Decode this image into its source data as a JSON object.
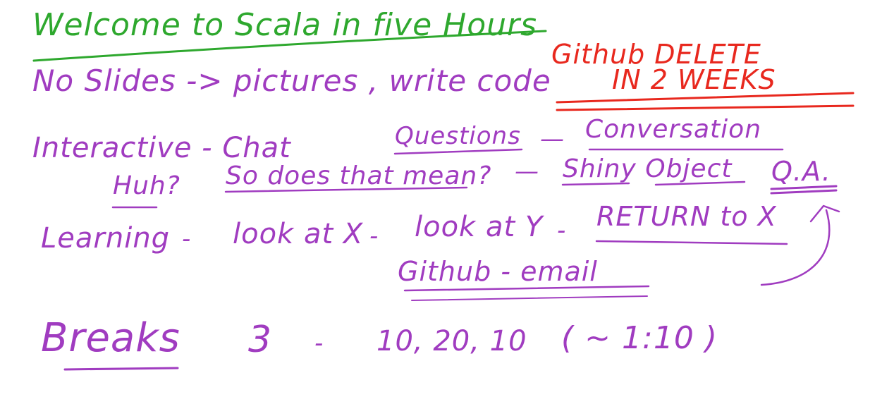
{
  "colors": {
    "green": "#2ea82e",
    "purple": "#a03cc0",
    "red": "#e8281e"
  },
  "title": "Welcome to Scala in five Hours",
  "notes": {
    "no_slides": "No Slides -> pictures , write code",
    "github_delete_1": "Github DELETE",
    "github_delete_2": "IN 2 WEEKS",
    "interactive": "Interactive - Chat",
    "questions": "Questions",
    "conversation": "Conversation",
    "huh": "Huh?",
    "so_what": "So does that mean?",
    "shiny_object": "Shiny Object",
    "qa": "Q.A.",
    "learning": "Learning",
    "look_x": "look at X",
    "look_y": "look at Y",
    "return_x": "RETURN to X",
    "github_email": "Github - email",
    "breaks": "Breaks",
    "breaks_count": "3",
    "break_times": "10, 20, 10",
    "break_interval": "( ~ 1:10 )"
  }
}
